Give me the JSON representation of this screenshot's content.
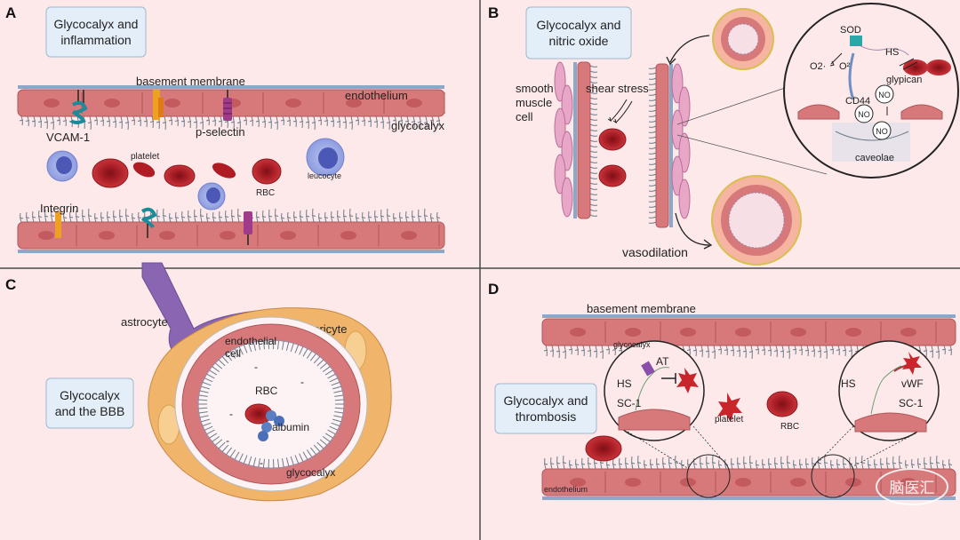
{
  "colors": {
    "background": "#fde9ea",
    "divider": "#555555",
    "title_box_fill": "#e3eef8",
    "title_box_stroke": "#9fb8cf",
    "endothelium": "#d7797b",
    "nucleus": "#c25a5e",
    "rbc": "#b8232b",
    "leucocyte": "#5b6fc5",
    "glycocalyx": "#6b7c8a",
    "astrocyte": "#8a66b2",
    "pericyte": "#f0b46a",
    "basement": "#8da7c9",
    "platelet": "#c9262c",
    "smooth_muscle": "#e9a7c8"
  },
  "panels": [
    {
      "letter": "A",
      "title_line1": "Glycocalyx and",
      "title_line2": "inflammation"
    },
    {
      "letter": "B",
      "title_line1": "Glycocalyx and",
      "title_line2": "nitric oxide"
    },
    {
      "letter": "C",
      "title_line1": "Glycocalyx",
      "title_line2": "and the BBB"
    },
    {
      "letter": "D",
      "title_line1": "Glycocalyx and",
      "title_line2": "thrombosis"
    }
  ],
  "panelA": {
    "basement_membrane": "basement membrane",
    "endothelium": "endothelium",
    "glycocalyx": "glycocalyx",
    "vcam": "VCAM-1",
    "p_selectin": "p-selectin",
    "platelet": "platelet",
    "rbc": "RBC",
    "leucocyte": "leucocyte",
    "integrin": "Integrin"
  },
  "panelB": {
    "smooth_muscle_1": "smooth",
    "smooth_muscle_2": "muscle",
    "smooth_muscle_3": "cell",
    "shear_stress": "shear stress",
    "vasodilation": "vasodilation",
    "sod": "SOD",
    "hs": "HS",
    "o2_minus": "O2·",
    "o2": "O²",
    "glypican": "glypican",
    "cd44": "CD44",
    "no": "NO",
    "caveolae": "caveolae"
  },
  "panelC": {
    "astrocyte": "astrocyte",
    "pericyte": "pericyte",
    "endothelial_1": "endothelial",
    "endothelial_2": "cell",
    "rbc": "RBC",
    "albumin": "albumin",
    "glycocalyx": "glycocalyx",
    "charge": "-"
  },
  "panelD": {
    "basement_membrane": "basement membrane",
    "glycocalyx": "glycocalyx",
    "at": "AT",
    "hs_left": "HS",
    "sc1_left": "SC-1",
    "platelet": "platelet",
    "rbc": "RBC",
    "hs_right": "HS",
    "vwf": "vWF",
    "sc1_right": "SC-1",
    "endothelium": "endothelium"
  },
  "watermark": "脑医汇"
}
